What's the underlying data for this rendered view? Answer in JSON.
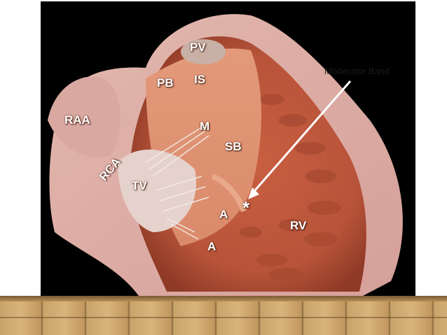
{
  "image": {
    "subject": "heart",
    "labels": {
      "pv": "PV",
      "pb": "PB",
      "is": "IS",
      "raa": "RAA",
      "m": "M",
      "sb": "SB",
      "rca": "RCA",
      "tv": "TV",
      "a_upper": "A",
      "asterisk": "*",
      "rv": "RV",
      "a_lower": "A"
    }
  },
  "annotation": {
    "text": "Moderator Band"
  },
  "colors": {
    "photo_background": "#000000",
    "tissue": "#d98a6a",
    "arrow": "#ffffff",
    "floor": "#c9a46a"
  }
}
